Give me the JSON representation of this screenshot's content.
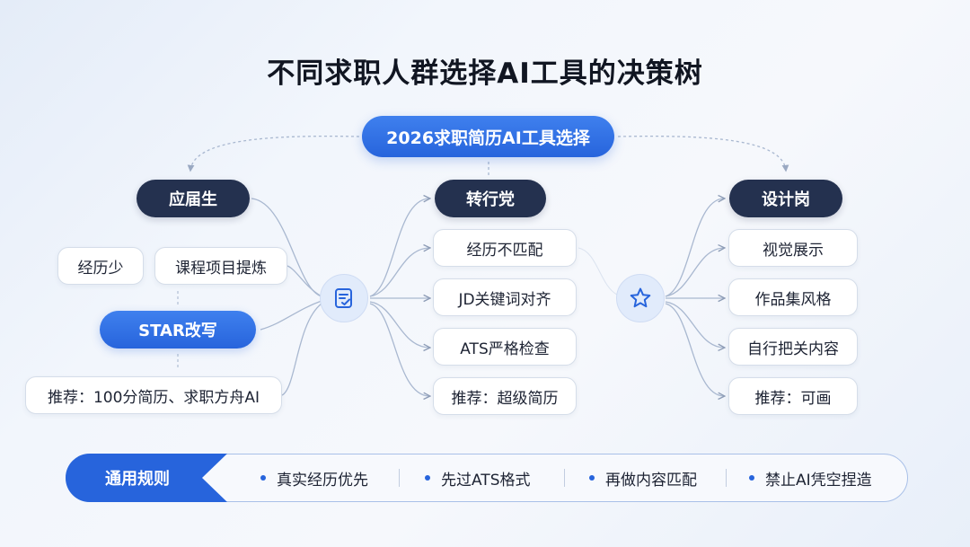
{
  "title": "不同求职人群选择AI工具的决策树",
  "root": "2026求职简历AI工具选择",
  "branches": [
    {
      "category": "应届生",
      "items": [
        "经历少",
        "课程项目提炼",
        "STAR改写",
        "推荐：100分简历、求职方舟AI"
      ],
      "hub_icon": "document-check-icon"
    },
    {
      "category": "转行党",
      "items": [
        "经历不匹配",
        "JD关键词对齐",
        "ATS严格检查",
        "推荐：超级简历"
      ]
    },
    {
      "category": "设计岗",
      "items": [
        "视觉展示",
        "作品集风格",
        "自行把关内容",
        "推荐：可画"
      ],
      "hub_icon": "star-icon"
    }
  ],
  "rules": {
    "label": "通用规则",
    "items": [
      "真实经历优先",
      "先过ATS格式",
      "再做内容匹配",
      "禁止AI凭空捏造"
    ]
  },
  "colors": {
    "accent_blue": "#2764dc",
    "navy": "#24314f",
    "link_line": "#a9b8d0"
  }
}
